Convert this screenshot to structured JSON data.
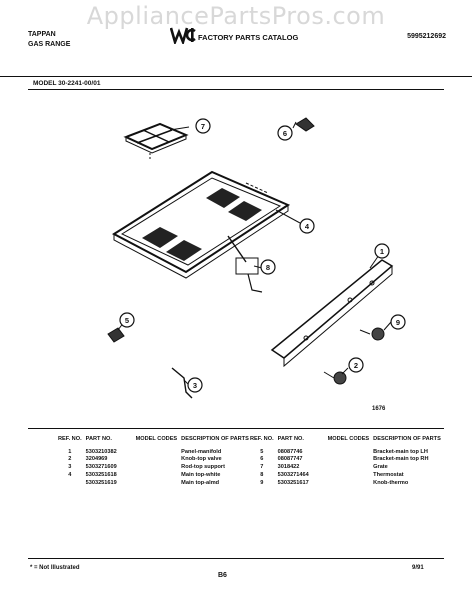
{
  "watermark": "AppliancePartsPros.com",
  "header": {
    "brand": "TAPPAN",
    "product": "GAS RANGE",
    "catalog_title": "FACTORY PARTS CATALOG",
    "catalog_number": "5995212692",
    "model": "MODEL 30-2241-00/01"
  },
  "figure_number": "1676",
  "callouts": [
    "1",
    "2",
    "3",
    "4",
    "5",
    "6",
    "7",
    "8",
    "9"
  ],
  "table_headers": {
    "ref": "REF. NO.",
    "part": "PART NO.",
    "model": "MODEL CODES",
    "desc": "DESCRIPTION OF PARTS"
  },
  "parts_left": [
    {
      "ref": "1",
      "part": "5303210382",
      "code": "",
      "desc": "Panel-manifold"
    },
    {
      "ref": "2",
      "part": "3204969",
      "code": "",
      "desc": "Knob-top valve"
    },
    {
      "ref": "3",
      "part": "5303271609",
      "code": "",
      "desc": "Rod-top support"
    },
    {
      "ref": "4",
      "part": "5303251618",
      "code": "",
      "desc": "Main top-white"
    },
    {
      "ref": "",
      "part": "5303251619",
      "code": "",
      "desc": "Main top-almd"
    }
  ],
  "parts_right": [
    {
      "ref": "5",
      "part": "08087746",
      "code": "",
      "desc": "Bracket-main top LH"
    },
    {
      "ref": "6",
      "part": "08087747",
      "code": "",
      "desc": "Bracket-main top RH"
    },
    {
      "ref": "7",
      "part": "3018422",
      "code": "",
      "desc": "Grate"
    },
    {
      "ref": "8",
      "part": "5303271464",
      "code": "",
      "desc": "Thermostat"
    },
    {
      "ref": "9",
      "part": "5303251617",
      "code": "",
      "desc": "Knob-thermo"
    }
  ],
  "footer": {
    "note": "* = Not Illustrated",
    "page": "B6",
    "date": "9/91"
  }
}
